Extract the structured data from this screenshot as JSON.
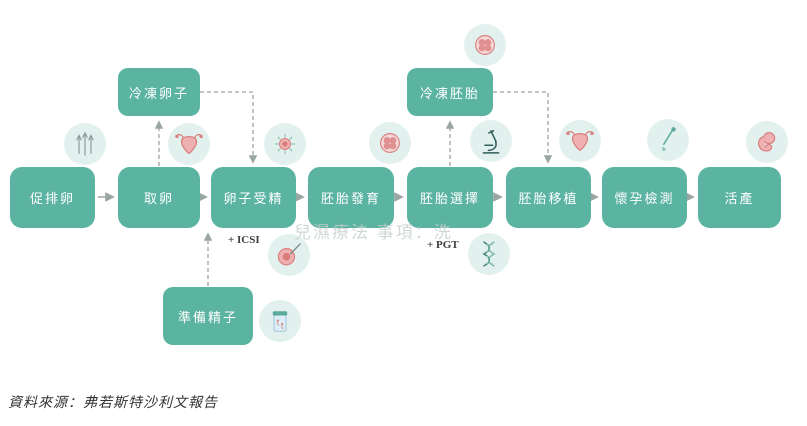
{
  "diagram": {
    "main_steps": [
      {
        "id": "ovulation-induction",
        "label": "促排卵"
      },
      {
        "id": "egg-retrieval",
        "label": "取卵"
      },
      {
        "id": "egg-fertilization",
        "label": "卵子受精"
      },
      {
        "id": "embryo-development",
        "label": "胚胎發育"
      },
      {
        "id": "embryo-selection",
        "label": "胚胎選擇"
      },
      {
        "id": "embryo-transfer",
        "label": "胚胎移植"
      },
      {
        "id": "pregnancy-test",
        "label": "懷孕檢測"
      },
      {
        "id": "live-birth",
        "label": "活產"
      }
    ],
    "branch_steps": [
      {
        "id": "frozen-eggs",
        "label": "冷凍卵子"
      },
      {
        "id": "frozen-embryos",
        "label": "冷凍胚胎"
      },
      {
        "id": "sperm-preparation",
        "label": "準備精子"
      }
    ],
    "annotations": {
      "icsi": "+ ICSI",
      "pgt": "+ PGT"
    },
    "icons": [
      "syringe-icon",
      "uterus-icon",
      "fertilization-icon",
      "embryo-icon",
      "microscope-icon",
      "uterus-icon",
      "pipette-icon",
      "baby-icon",
      "embryo-icon",
      "icsi-injection-icon",
      "dna-icon",
      "sample-cup-icon"
    ]
  },
  "watermark": "兒濕療法 事項：洗",
  "source_note": "資料來源：弗若斯特沙利文報告",
  "colors": {
    "box": "#5bb3a2",
    "box_text": "#ffffff",
    "icon_bg": "#e2f1ed",
    "accent_pink": "#d98080",
    "arrow": "#9aa6a3",
    "background": "#ffffff"
  }
}
